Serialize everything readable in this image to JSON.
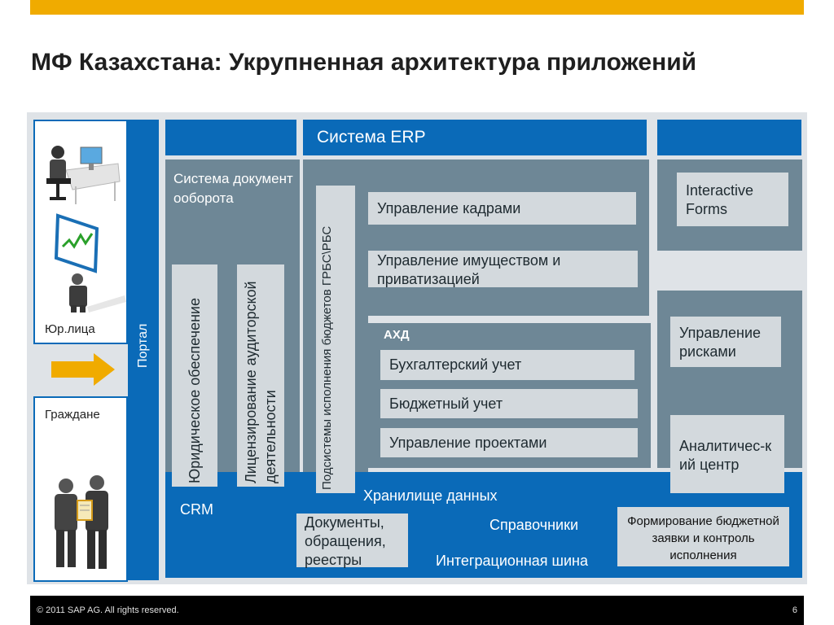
{
  "title": "МФ Казахстана: Укрупненная архитектура приложений",
  "left_panel": {
    "legal_label": "Юр.лица",
    "citizens_label": "Граждане"
  },
  "portal": "Портал",
  "erp_title": "Система ERP",
  "doc_system": "Система документооборота",
  "legal_support": "Юридическое обеспечение",
  "licensing": "Лицензирование аудиторской деятельности",
  "budget_subsystems": "Подсистемы исполнения бюджетов ГРБС\\РБС",
  "hr": "Управление кадрами",
  "property": "Управление имуществом и приватизацией",
  "interactive_forms": "Interactive Forms",
  "ahd": {
    "label": "АХД",
    "items": [
      "Бухгалтерский учет",
      "Бюджетный учет",
      "Управление проектами"
    ]
  },
  "risk": "Управление рисками",
  "analytics": "Аналитичес-кий центр",
  "crm": "CRM",
  "dwh": "Хранилище данных",
  "documents": "Документы, обращения, реестры",
  "directories": "Справочники",
  "integration_bus": "Интеграционная шина",
  "budget_request": "Формирование бюджетной заявки и контроль исполнения",
  "footer": {
    "copyright": "© 2011 SAP AG. All rights reserved.",
    "page": "6"
  },
  "colors": {
    "accent": "#f0ab00",
    "blue": "#0a6ab8",
    "slate": "#6e8796",
    "light_box": "#d3d9dd"
  }
}
